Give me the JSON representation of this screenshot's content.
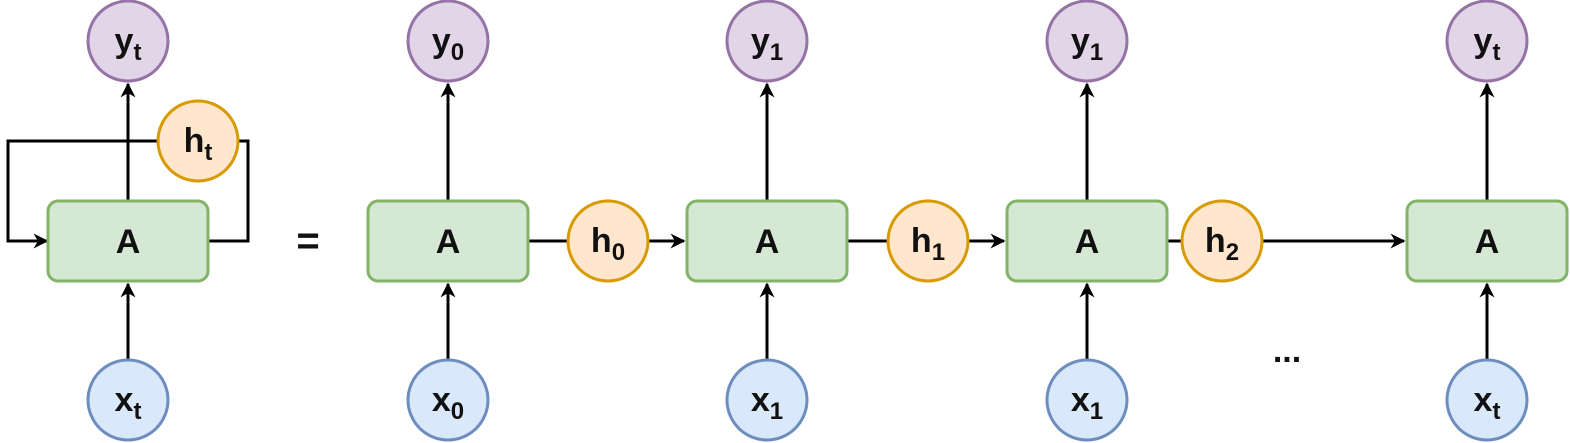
{
  "colors": {
    "box_fill": "#d5e8d4",
    "box_stroke": "#82b366",
    "y_fill": "#e1d5e7",
    "y_stroke": "#9673a6",
    "h_fill": "#ffe6cc",
    "h_stroke": "#d79b00",
    "x_fill": "#dae8fc",
    "x_stroke": "#6c8ebf"
  },
  "equals": "=",
  "ellipsis": "...",
  "folded": {
    "cell": "A",
    "output": {
      "base": "y",
      "sub": "t"
    },
    "hidden": {
      "base": "h",
      "sub": "t"
    },
    "input": {
      "base": "x",
      "sub": "t"
    }
  },
  "unrolled": [
    {
      "cell": "A",
      "output": {
        "base": "y",
        "sub": "0"
      },
      "input": {
        "base": "x",
        "sub": "0"
      },
      "hidden": {
        "base": "h",
        "sub": "0"
      }
    },
    {
      "cell": "A",
      "output": {
        "base": "y",
        "sub": "1"
      },
      "input": {
        "base": "x",
        "sub": "1"
      },
      "hidden": {
        "base": "h",
        "sub": "1"
      }
    },
    {
      "cell": "A",
      "output": {
        "base": "y",
        "sub": "1"
      },
      "input": {
        "base": "x",
        "sub": "1"
      },
      "hidden": {
        "base": "h",
        "sub": "2"
      }
    },
    {
      "cell": "A",
      "output": {
        "base": "y",
        "sub": "t"
      },
      "input": {
        "base": "x",
        "sub": "t"
      }
    }
  ]
}
